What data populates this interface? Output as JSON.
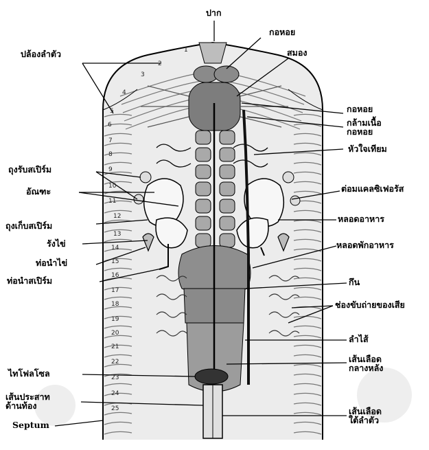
{
  "labels": {
    "mouth": "ปาก",
    "pharynx_top": "กอหอย",
    "brain": "สมอง",
    "segments": "ปล้องลำตัว",
    "pharynx": "กอหอย",
    "pharyngeal_muscle_1": "กล้ามเนื้อ",
    "pharyngeal_muscle_2": "กอหอย",
    "pseudo_heart": "หัวใจเทียม",
    "seminal_receptacle": "ถุงรับสเปิร์ม",
    "calciferous_gland": "ต่อมแคลซิเฟอรัส",
    "testis": "อัณฑะ",
    "seminal_vesicle": "ถุงเก็บสเปิร์ม",
    "esophagus": "หลอดอาหาร",
    "ovary": "รังไข่",
    "crop": "หลอดพักอาหาร",
    "oviduct": "ท่อนำไข่",
    "sperm_duct": "ท่อนำสเปิร์ม",
    "gizzard": "กึน",
    "nephridia": "ช่องขับถ่ายของเสีย",
    "intestine": "ลำไส้",
    "dorsal_vessel_1": "เส้นเลือด",
    "dorsal_vessel_2": "กลางหลัง",
    "typhlosole": "ไทโฟลโซล",
    "ventral_nerve_1": "เส้นประสาท",
    "ventral_nerve_2": "ด้านท้อง",
    "ventral_vessel_1": "เส้นเลือด",
    "ventral_vessel_2": "ใต้ลำตัว",
    "septum": "Septum"
  },
  "segment_numbers": [
    "1",
    "2",
    "3",
    "4",
    "5",
    "6",
    "7",
    "8",
    "9",
    "10",
    "11",
    "12",
    "13",
    "14",
    "15",
    "16",
    "17",
    "18",
    "19",
    "20",
    "21",
    "22",
    "23",
    "24",
    "25"
  ],
  "colors": {
    "line": "#000000",
    "body_fill": "#ececec",
    "organ_fill": "#9a9a9a",
    "dark_organ": "#555555",
    "watermark": "#d8d8d8"
  }
}
